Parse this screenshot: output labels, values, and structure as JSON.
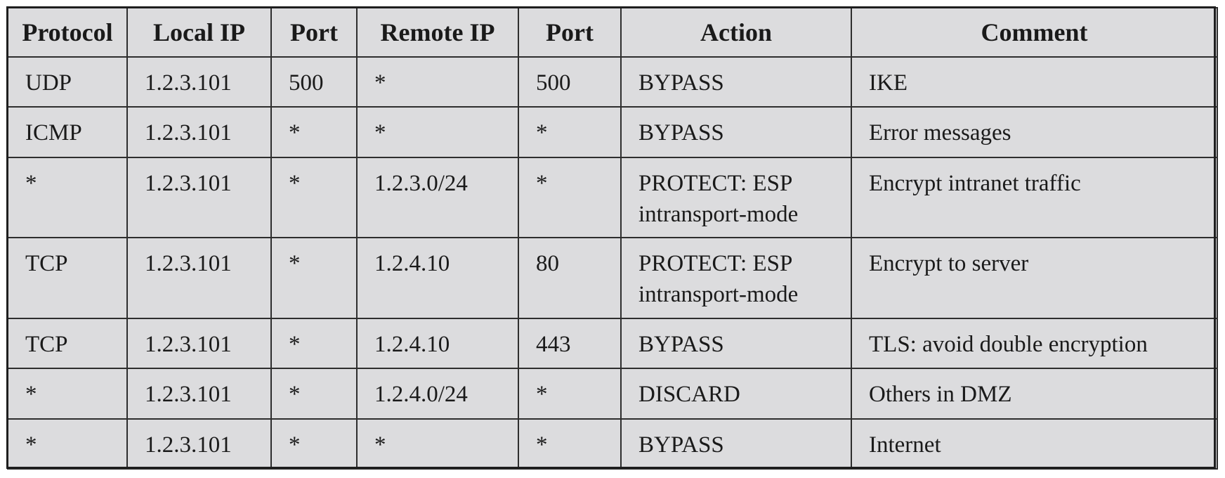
{
  "table": {
    "headers": [
      "Protocol",
      "Local IP",
      "Port",
      "Remote IP",
      "Port",
      "Action",
      "Comment"
    ],
    "rows": [
      {
        "protocol": "UDP",
        "local_ip": "1.2.3.101",
        "local_port": "500",
        "remote_ip": "*",
        "remote_port": "500",
        "action": "BYPASS",
        "comment": "IKE"
      },
      {
        "protocol": "ICMP",
        "local_ip": "1.2.3.101",
        "local_port": "*",
        "remote_ip": "*",
        "remote_port": "*",
        "action": "BYPASS",
        "comment": "Error messages"
      },
      {
        "protocol": "*",
        "local_ip": "1.2.3.101",
        "local_port": "*",
        "remote_ip": "1.2.3.0/24",
        "remote_port": "*",
        "action": "PROTECT: ESP intransport-mode",
        "comment": "Encrypt intranet traffic"
      },
      {
        "protocol": "TCP",
        "local_ip": "1.2.3.101",
        "local_port": "*",
        "remote_ip": "1.2.4.10",
        "remote_port": "80",
        "action": "PROTECT: ESP intransport-mode",
        "comment": "Encrypt to server"
      },
      {
        "protocol": "TCP",
        "local_ip": "1.2.3.101",
        "local_port": "*",
        "remote_ip": "1.2.4.10",
        "remote_port": "443",
        "action": "BYPASS",
        "comment": "TLS: avoid double encryption"
      },
      {
        "protocol": "*",
        "local_ip": "1.2.3.101",
        "local_port": "*",
        "remote_ip": "1.2.4.0/24",
        "remote_port": "*",
        "action": "DISCARD",
        "comment": "Others in DMZ"
      },
      {
        "protocol": "*",
        "local_ip": "1.2.3.101",
        "local_port": "*",
        "remote_ip": "*",
        "remote_port": "*",
        "action": "BYPASS",
        "comment": "Internet"
      }
    ]
  }
}
